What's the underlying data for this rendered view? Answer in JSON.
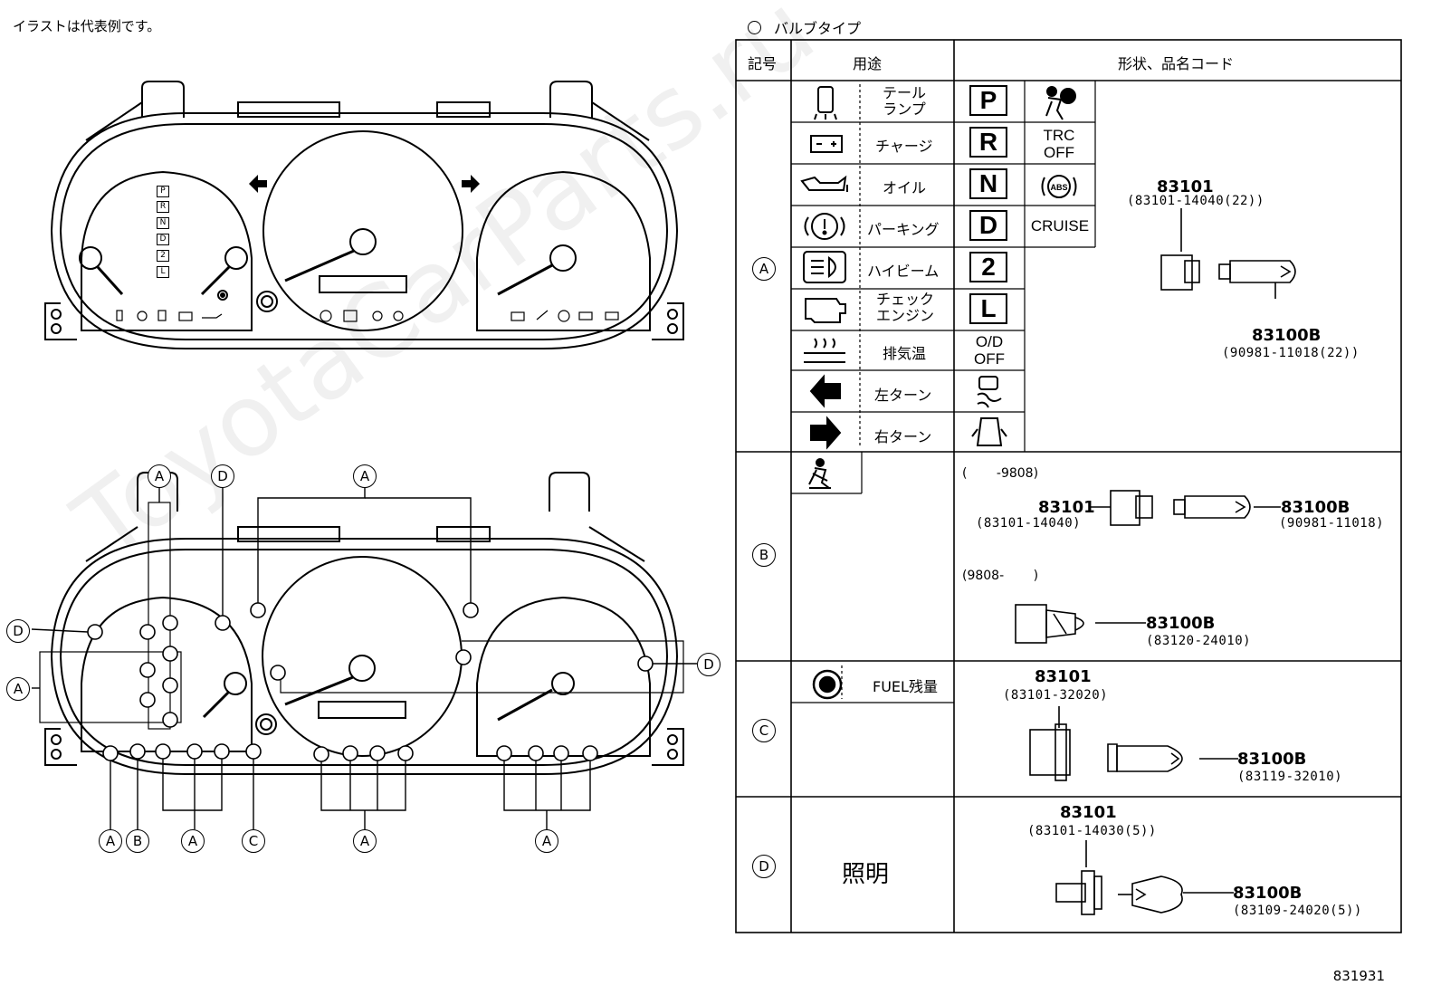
{
  "note": "イラストは代表例です。",
  "bulb_section_title": "バルブタイプ",
  "catalog_number": "831931",
  "watermark": "ToyotaCarParts.ru",
  "table": {
    "headers": {
      "symbol": "記号",
      "use": "用途",
      "shape": "形状、品名コード"
    },
    "groups": {
      "A": {
        "letter": "A",
        "uses": [
          "テール\nランプ",
          "チャージ",
          "オイル",
          "パーキング",
          "ハイビーム",
          "チェック\nエンジン",
          "排気温",
          "左ターン",
          "右ターン"
        ],
        "indicators_col1": [
          "P",
          "R",
          "N",
          "D",
          "2",
          "L",
          "O/D\nOFF"
        ],
        "indicators_col2": [
          "TRC\nOFF",
          "CRUISE"
        ],
        "socket_no": "83101",
        "socket_code": "(83101-14040(22))",
        "bulb_no": "83100B",
        "bulb_code": "(90981-11018(22))"
      },
      "B": {
        "letter": "B",
        "period1": "(　　 -9808)",
        "p1_socket_no": "83101",
        "p1_socket_code": "(83101-14040)",
        "p1_bulb_no": "83100B",
        "p1_bulb_code": "(90981-11018)",
        "period2": "(9808-　　 )",
        "p2_bulb_no": "83100B",
        "p2_bulb_code": "(83120-24010)"
      },
      "C": {
        "letter": "C",
        "use": "FUEL残量",
        "socket_no": "83101",
        "socket_code": "(83101-32020)",
        "bulb_no": "83100B",
        "bulb_code": "(83119-32010)"
      },
      "D": {
        "letter": "D",
        "use": "照明",
        "socket_no": "83101",
        "socket_code": "(83101-14030(5))",
        "bulb_no": "83100B",
        "bulb_code": "(83109-24020(5))"
      }
    }
  },
  "cluster_top": {
    "prnd": [
      "P",
      "R",
      "N",
      "D",
      "2",
      "L"
    ]
  },
  "cluster_bottom_labels": {
    "top": [
      "A",
      "D",
      "A"
    ],
    "left": [
      "D",
      "A"
    ],
    "right": [
      "D"
    ],
    "bottom": [
      "A",
      "B",
      "A",
      "C",
      "A",
      "A"
    ]
  }
}
